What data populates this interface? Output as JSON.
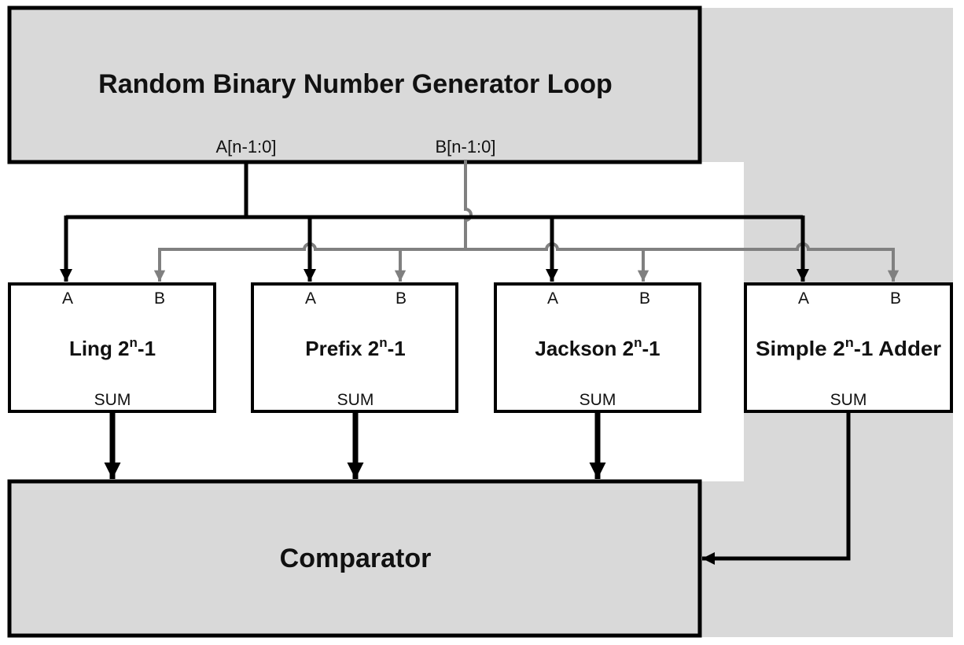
{
  "colors": {
    "background": "#ffffff",
    "gray_region": "#d9d9d9",
    "block_fill_gray": "#d9d9d9",
    "block_fill_white": "#ffffff",
    "border": "#000000",
    "bus_a": "#000000",
    "bus_b": "#808080"
  },
  "generator": {
    "title": "Random Binary Number Generator Loop",
    "bus_a_label": "A[n-1:0]",
    "bus_b_label": "B[n-1:0]"
  },
  "adders": [
    {
      "name": "Ling 2",
      "sup": "n",
      "suffix": "-1",
      "port_a": "A",
      "port_b": "B",
      "port_sum": "SUM"
    },
    {
      "name": "Prefix 2",
      "sup": "n",
      "suffix": "-1",
      "port_a": "A",
      "port_b": "B",
      "port_sum": "SUM"
    },
    {
      "name": "Jackson 2",
      "sup": "n",
      "suffix": "-1",
      "port_a": "A",
      "port_b": "B",
      "port_sum": "SUM"
    },
    {
      "name": "Simple 2",
      "sup": "n",
      "suffix": "-1 Adder",
      "port_a": "A",
      "port_b": "B",
      "port_sum": "SUM"
    }
  ],
  "comparator": {
    "title": "Comparator"
  }
}
